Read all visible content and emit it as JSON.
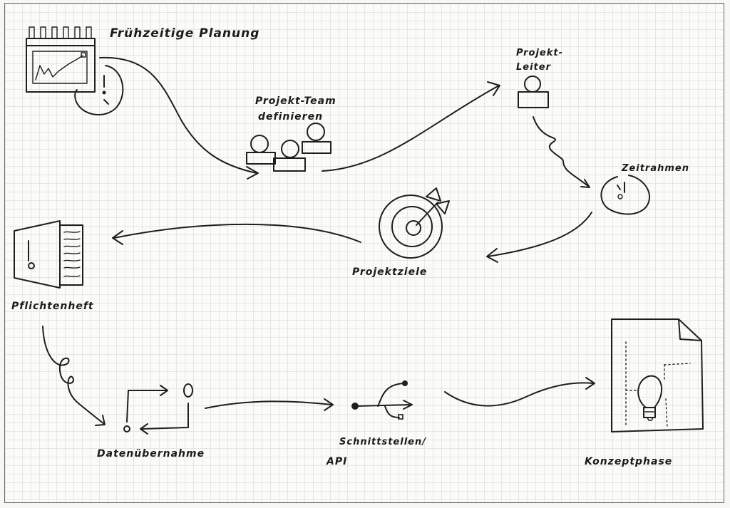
{
  "labels": {
    "planning": "Frühzeitige Planung",
    "team_line1": "Projekt-Team",
    "team_line2": "definieren",
    "leader_line1": "Projekt-",
    "leader_line2": "Leiter",
    "timeframe": "Zeitrahmen",
    "goals": "Projektziele",
    "spec": "Pflichtenheft",
    "migration": "Datenübernahme",
    "api_line1": "Schnittstellen/",
    "api_line2": "API",
    "concept": "Konzeptphase"
  }
}
